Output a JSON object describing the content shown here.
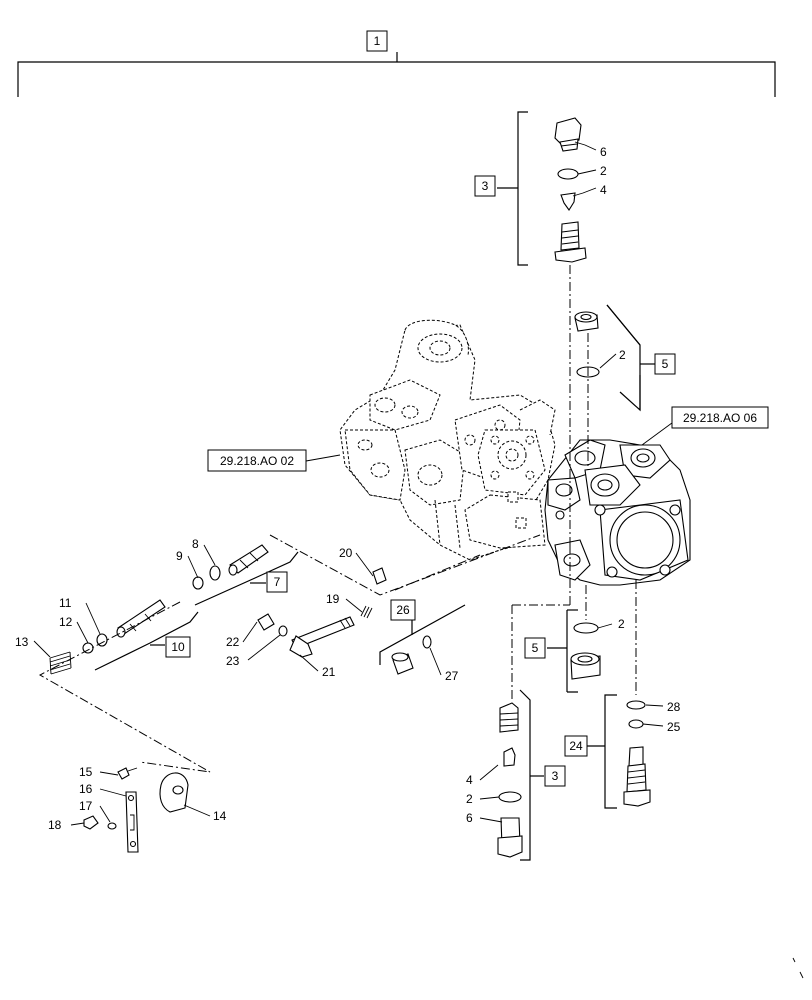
{
  "callout_numbers": {
    "c2a": "2",
    "c2b": "2",
    "c2c": "2",
    "c2d": "2",
    "c4a": "4",
    "c4b": "4",
    "c6a": "6",
    "c6b": "6",
    "c8": "8",
    "c9": "9",
    "c11": "11",
    "c12": "12",
    "c13": "13",
    "c14": "14",
    "c15": "15",
    "c16": "16",
    "c17": "17",
    "c18": "18",
    "c19": "19",
    "c20": "20",
    "c21": "21",
    "c22": "22",
    "c23": "23",
    "c25": "25",
    "c27": "27",
    "c28": "28"
  },
  "boxed_callouts": {
    "b1": "1",
    "b3a": "3",
    "b3b": "3",
    "b5a": "5",
    "b5b": "5",
    "b7": "7",
    "b10": "10",
    "b24": "24",
    "b26": "26"
  },
  "references": {
    "ref_left": "29.218.AO 02",
    "ref_right": "29.218.AO 06"
  }
}
